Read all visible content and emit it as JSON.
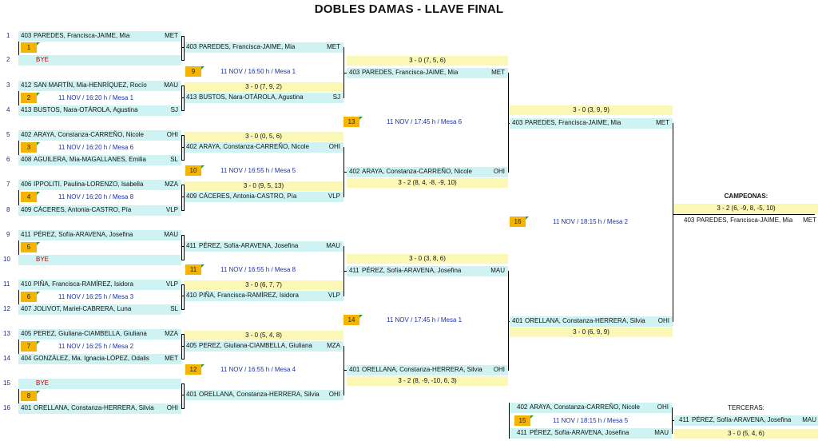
{
  "title": "DOBLES DAMAS - LLAVE FINAL",
  "round1": [
    {
      "pos": "1",
      "seed": "403",
      "player": "PAREDES, Francisca-JAIME, Mia",
      "club": "MET"
    },
    {
      "pos": "2",
      "seed": "",
      "player": "BYE",
      "club": ""
    },
    {
      "pos": "3",
      "seed": "412",
      "player": "SAN MARTÍN, Mia-HENRÍQUEZ, Rocío",
      "club": "MAU"
    },
    {
      "pos": "4",
      "seed": "413",
      "player": "BUSTOS, Nara-OTÁROLA, Agustina",
      "club": "SJ"
    },
    {
      "pos": "5",
      "seed": "402",
      "player": "ARAYA, Constanza-CARREÑO, Nicole",
      "club": "OHI"
    },
    {
      "pos": "6",
      "seed": "408",
      "player": "AGUILERA, Mia-MAGALLANES, Emilia",
      "club": "SL"
    },
    {
      "pos": "7",
      "seed": "406",
      "player": "IPPOLITI, Paulina-LORENZO, Isabella",
      "club": "MZA"
    },
    {
      "pos": "8",
      "seed": "409",
      "player": "CÁCERES, Antonia-CASTRO, Pía",
      "club": "VLP"
    },
    {
      "pos": "9",
      "seed": "411",
      "player": "PÉREZ, Sofía-ARAVENA, Josefina",
      "club": "MAU"
    },
    {
      "pos": "10",
      "seed": "",
      "player": "BYE",
      "club": ""
    },
    {
      "pos": "11",
      "seed": "410",
      "player": "PIÑA, Francisca-RAMÍREZ, Isidora",
      "club": "VLP"
    },
    {
      "pos": "12",
      "seed": "407",
      "player": "JOLIVOT, Mariel-CABRERA, Luna",
      "club": "SL"
    },
    {
      "pos": "13",
      "seed": "405",
      "player": "PEREZ, Giuliana-CIAMBELLA, Giuliana",
      "club": "MZA"
    },
    {
      "pos": "14",
      "seed": "404",
      "player": "GONZÁLEZ, Ma. Ignacia-LÓPEZ, Odalis",
      "club": "MET"
    },
    {
      "pos": "15",
      "seed": "",
      "player": "BYE",
      "club": ""
    },
    {
      "pos": "16",
      "seed": "401",
      "player": "ORELLANA, Constanza-HERRERA, Silvia",
      "club": "OHI"
    }
  ],
  "r1_matches": [
    {
      "num": "1",
      "sched": ""
    },
    {
      "num": "2",
      "sched": "11 NOV / 16:20 h / Mesa 1"
    },
    {
      "num": "3",
      "sched": "11 NOV / 16:20 h / Mesa 6"
    },
    {
      "num": "4",
      "sched": "11 NOV / 16:20 h / Mesa 8"
    },
    {
      "num": "5",
      "sched": ""
    },
    {
      "num": "6",
      "sched": "11 NOV / 16:25 h / Mesa 3"
    },
    {
      "num": "7",
      "sched": "11 NOV / 16:25 h / Mesa 2"
    },
    {
      "num": "8",
      "sched": ""
    }
  ],
  "round2": [
    {
      "seed": "403",
      "player": "PAREDES, Francisca-JAIME, Mia",
      "club": "MET",
      "score": ""
    },
    {
      "seed": "413",
      "player": "BUSTOS, Nara-OTÁROLA, Agustina",
      "club": "SJ",
      "score": "3 - 0 (7, 9, 2)"
    },
    {
      "seed": "402",
      "player": "ARAYA, Constanza-CARREÑO, Nicole",
      "club": "OHI",
      "score": "3 - 0 (0, 5, 6)"
    },
    {
      "seed": "409",
      "player": "CÁCERES, Antonia-CASTRO, Pía",
      "club": "VLP",
      "score": "3 - 0 (9, 5, 13)"
    },
    {
      "seed": "411",
      "player": "PÉREZ, Sofía-ARAVENA, Josefina",
      "club": "MAU",
      "score": ""
    },
    {
      "seed": "410",
      "player": "PIÑA, Francisca-RAMÍREZ, Isidora",
      "club": "VLP",
      "score": "3 - 0 (6, 7, 7)"
    },
    {
      "seed": "405",
      "player": "PEREZ, Giuliana-CIAMBELLA, Giuliana",
      "club": "MZA",
      "score": "3 - 0 (5, 4, 8)"
    },
    {
      "seed": "401",
      "player": "ORELLANA, Constanza-HERRERA, Silvia",
      "club": "OHI",
      "score": ""
    }
  ],
  "r2_matches": [
    {
      "num": "9",
      "sched": "11 NOV / 16:50 h / Mesa 1"
    },
    {
      "num": "10",
      "sched": "11 NOV / 16:55 h / Mesa 5"
    },
    {
      "num": "11",
      "sched": "11 NOV / 16:55 h / Mesa 8"
    },
    {
      "num": "12",
      "sched": "11 NOV / 16:55 h / Mesa 4"
    }
  ],
  "round3": [
    {
      "seed": "403",
      "player": "PAREDES, Francisca-JAIME, Mia",
      "club": "MET",
      "score": "3 - 0 (7, 5, 6)"
    },
    {
      "seed": "402",
      "player": "ARAYA, Constanza-CARREÑO, Nicole",
      "club": "OHI",
      "score": "3 - 2 (8, 4, -8, -9, 10)"
    },
    {
      "seed": "411",
      "player": "PÉREZ, Sofía-ARAVENA, Josefina",
      "club": "MAU",
      "score": "3 - 0 (3, 8, 6)"
    },
    {
      "seed": "401",
      "player": "ORELLANA, Constanza-HERRERA, Silvia",
      "club": "OHI",
      "score": "3 - 2 (8, -9, -10, 6, 3)"
    }
  ],
  "r3_matches": [
    {
      "num": "13",
      "sched": "11 NOV / 17:45 h / Mesa 6"
    },
    {
      "num": "14",
      "sched": "11 NOV / 17:45 h / Mesa 1"
    }
  ],
  "round4": [
    {
      "seed": "403",
      "player": "PAREDES, Francisca-JAIME, Mia",
      "club": "MET",
      "score": "3 - 0 (3, 9, 9)"
    },
    {
      "seed": "401",
      "player": "ORELLANA, Constanza-HERRERA, Silvia",
      "club": "OHI",
      "score": "3 - 0 (6, 9, 9)"
    }
  ],
  "final_match": {
    "num": "16",
    "sched": "11 NOV / 18:15 h / Mesa 2"
  },
  "champion": {
    "label": "CAMPEONAS:",
    "score": "3 - 2 (6, -9, 8, -5, 10)",
    "seed": "403",
    "player": "PAREDES, Francisca-JAIME, Mia",
    "club": "MET"
  },
  "third_place": {
    "num": "15",
    "sched": "11 NOV / 18:15 h / Mesa 5",
    "top": {
      "seed": "402",
      "player": "ARAYA, Constanza-CARREÑO, Nicole",
      "club": "OHI"
    },
    "bottom": {
      "seed": "411",
      "player": "PÉREZ, Sofía-ARAVENA, Josefina",
      "club": "MAU"
    },
    "label": "TERCERAS:",
    "winner": {
      "seed": "411",
      "player": "PÉREZ, Sofía-ARAVENA, Josefina",
      "club": "MAU"
    },
    "score": "3 - 0 (5, 4, 6)"
  },
  "colors": {
    "cyan": "#cff3f3",
    "yellow": "#fbf8b6",
    "orange": "#f5b400",
    "schedule": "#1c32a8",
    "bye": "#c00000"
  }
}
